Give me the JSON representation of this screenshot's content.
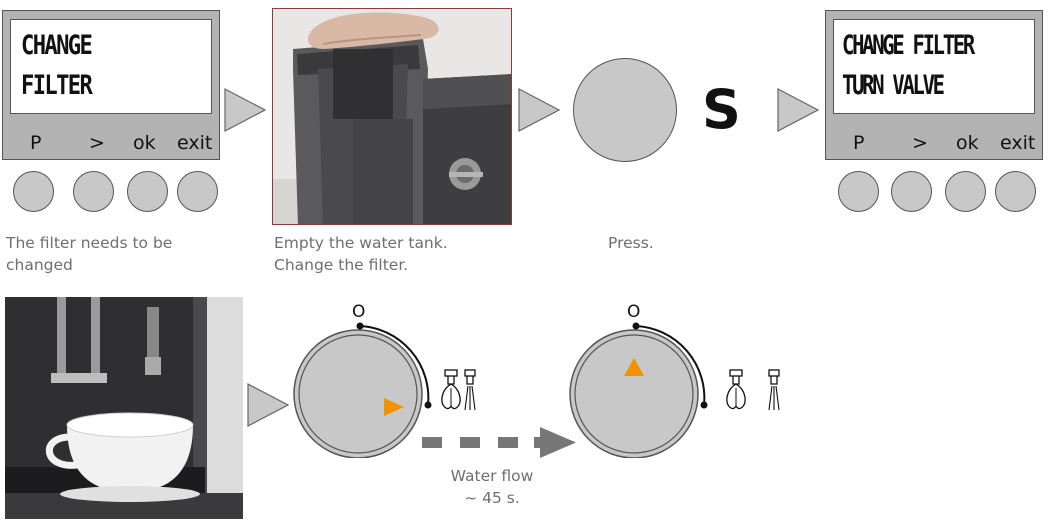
{
  "step1": {
    "display": {
      "line1": "CHANGE",
      "line2": "FILTER"
    },
    "buttons": {
      "p": "P",
      "next": ">",
      "ok": "ok",
      "exit": "exit"
    },
    "caption_line1": "The filter needs to be",
    "caption_line2": "changed"
  },
  "step2": {
    "caption_line1": "Empty the water tank.",
    "caption_line2": "Change the filter."
  },
  "step3": {
    "button_letter": "S",
    "caption": "Press."
  },
  "step4": {
    "display": {
      "line1": "CHANGE FILTER",
      "line2": "TURN VALVE"
    },
    "buttons": {
      "p": "P",
      "next": ">",
      "ok": "ok",
      "exit": "exit"
    }
  },
  "valve": {
    "off_mark": "O",
    "flow_label_line1": "Water flow",
    "flow_label_line2": "~ 45 s."
  },
  "colors": {
    "indicator": "#f39200",
    "panel": "#b3b3b3",
    "button": "#c8c8c8",
    "caption": "#6f6f6f",
    "photo_border": "#8a3b3b"
  },
  "icons": [
    "steam-nozzle-icon",
    "hot-water-nozzle-icon",
    "arrow-right-icon",
    "dashed-arrow-icon"
  ]
}
